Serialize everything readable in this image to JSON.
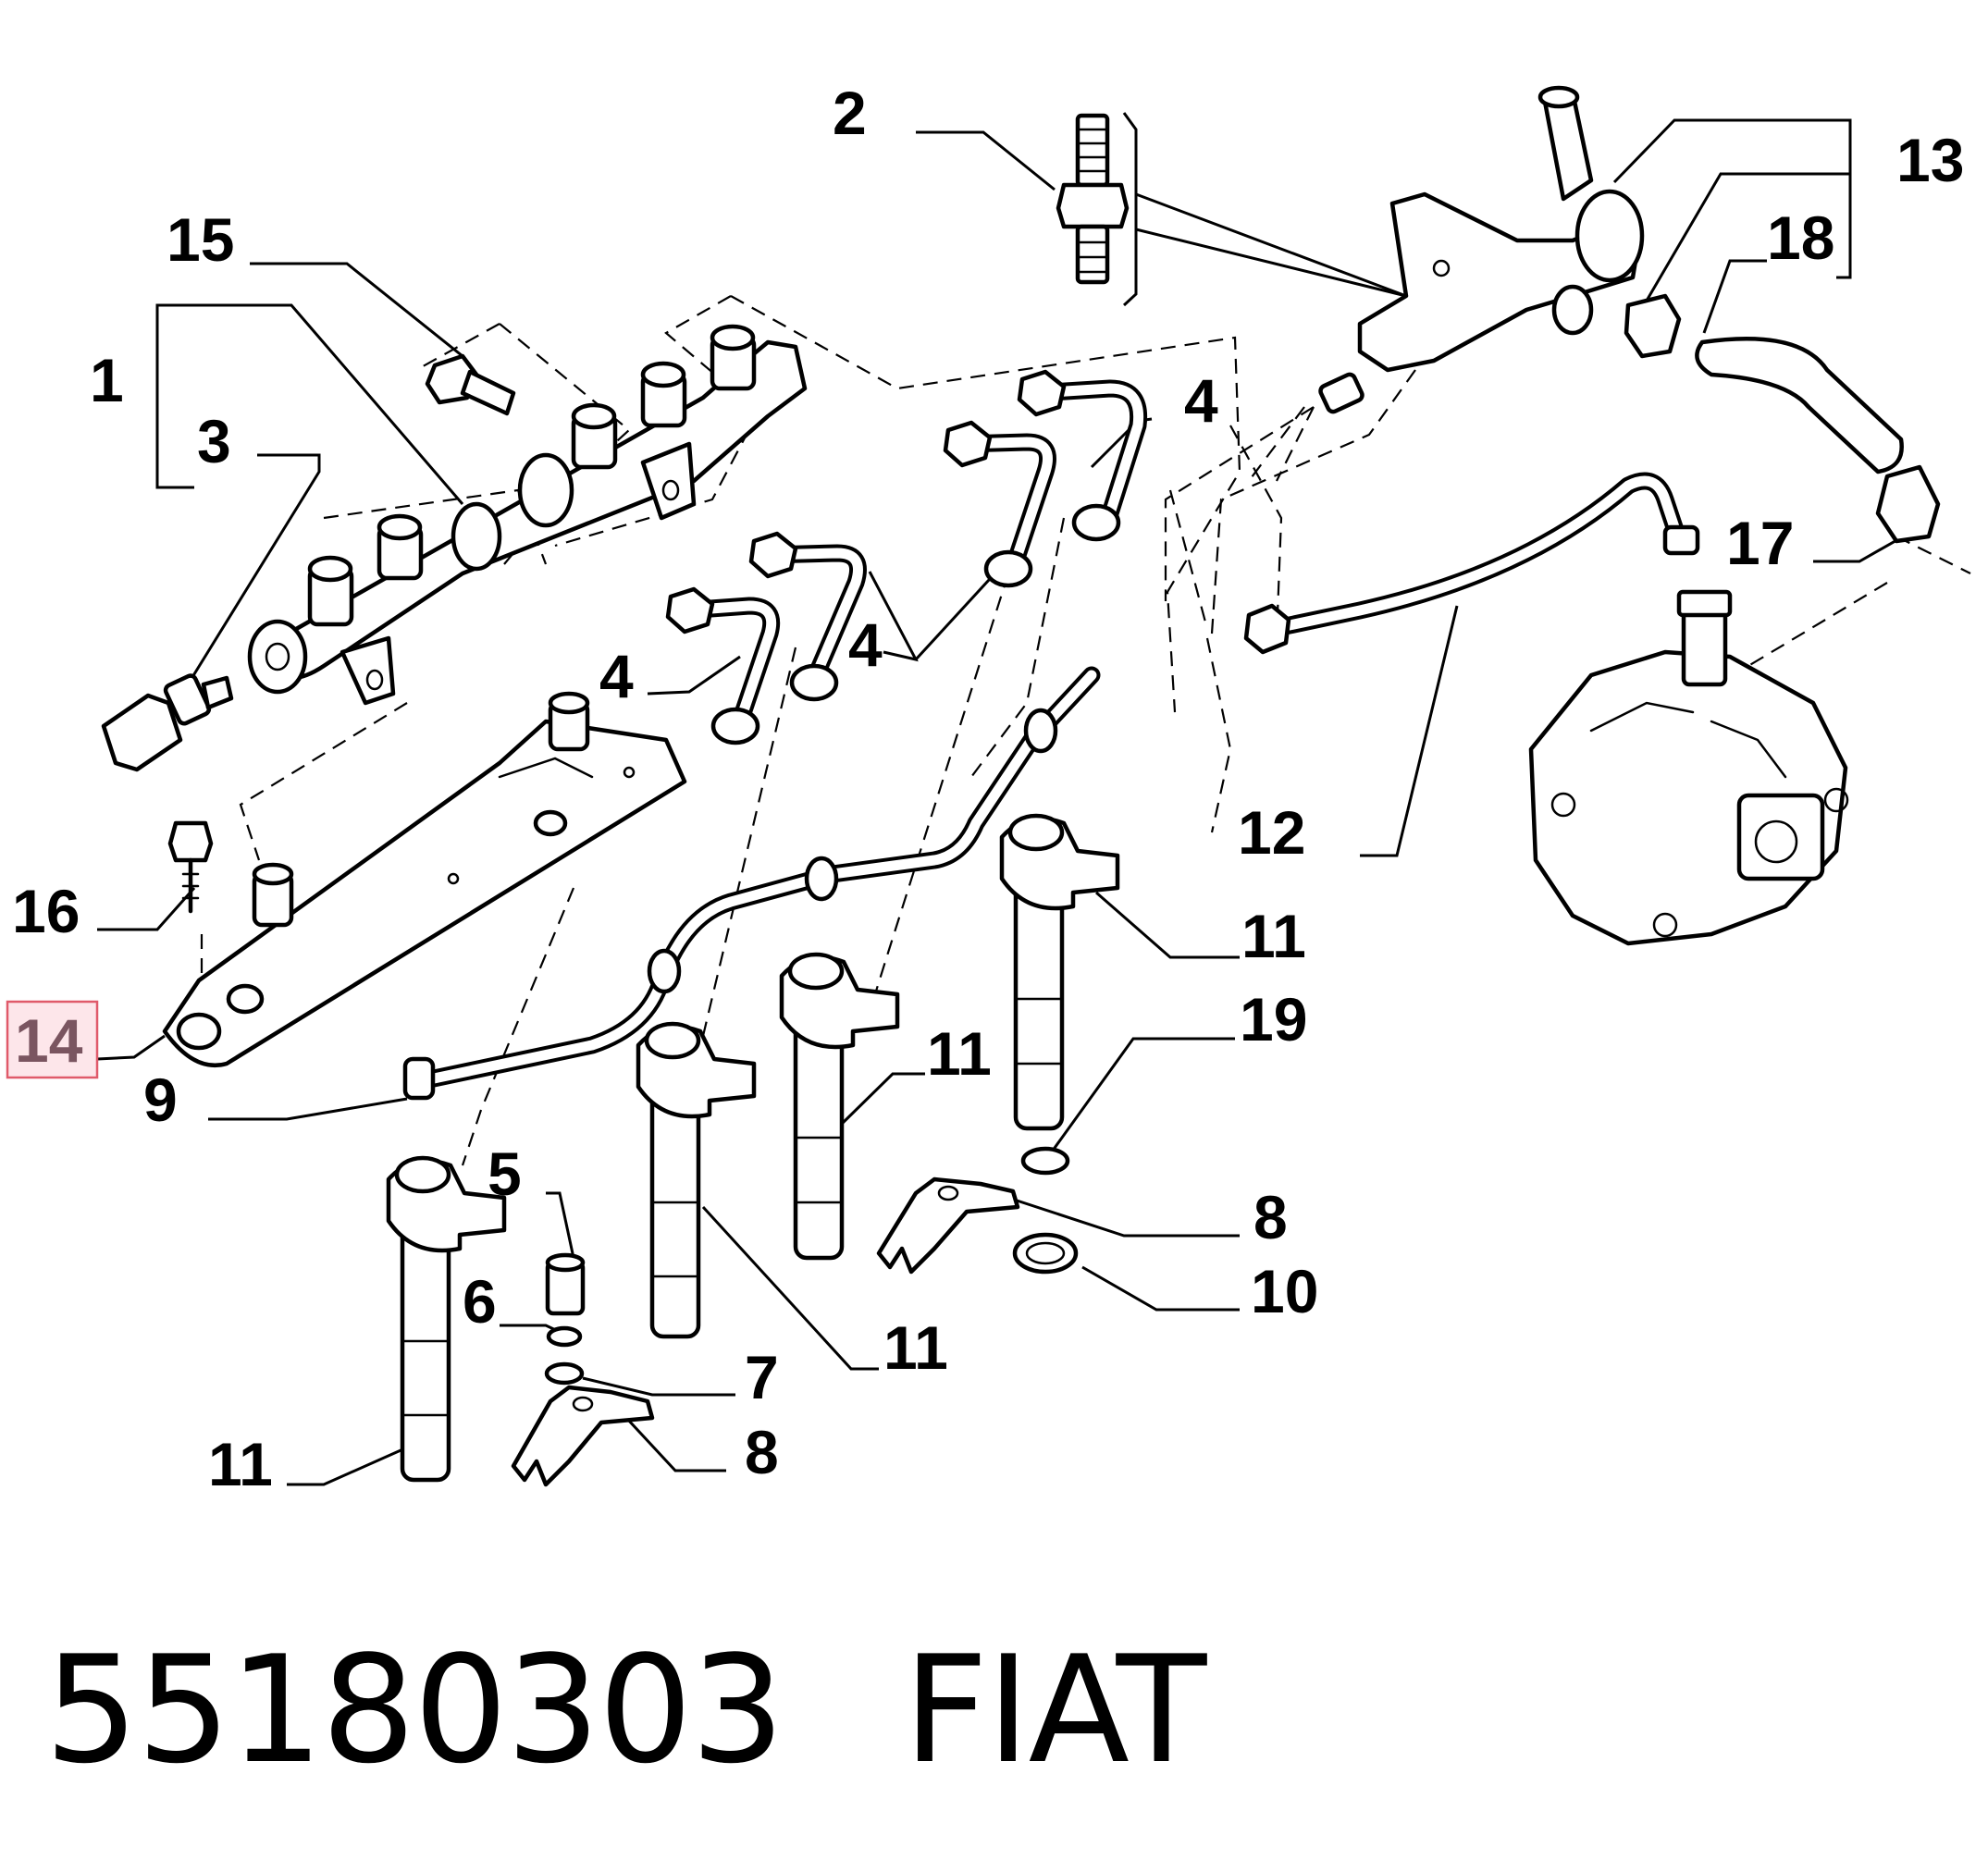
{
  "callouts": [
    {
      "id": "label-1",
      "text": "1"
    },
    {
      "id": "label-2",
      "text": "2"
    },
    {
      "id": "label-3",
      "text": "3"
    },
    {
      "id": "label-4a",
      "text": "4"
    },
    {
      "id": "label-4b",
      "text": "4"
    },
    {
      "id": "label-4c",
      "text": "4"
    },
    {
      "id": "label-5",
      "text": "5"
    },
    {
      "id": "label-6",
      "text": "6"
    },
    {
      "id": "label-7",
      "text": "7"
    },
    {
      "id": "label-8a",
      "text": "8"
    },
    {
      "id": "label-8b",
      "text": "8"
    },
    {
      "id": "label-9",
      "text": "9"
    },
    {
      "id": "label-10",
      "text": "10"
    },
    {
      "id": "label-11a",
      "text": "11"
    },
    {
      "id": "label-11b",
      "text": "11"
    },
    {
      "id": "label-11c",
      "text": "11"
    },
    {
      "id": "label-11d",
      "text": "11"
    },
    {
      "id": "label-12",
      "text": "12"
    },
    {
      "id": "label-13",
      "text": "13"
    },
    {
      "id": "label-14",
      "text": "14"
    },
    {
      "id": "label-15",
      "text": "15"
    },
    {
      "id": "label-16",
      "text": "16"
    },
    {
      "id": "label-17",
      "text": "17"
    },
    {
      "id": "label-18",
      "text": "18"
    },
    {
      "id": "label-19",
      "text": "19"
    }
  ],
  "highlighted_callout": "14",
  "highlight_color": "#e05a6a",
  "highlight_fill": "#fde6ea",
  "footer": {
    "part_number": "55180303",
    "brand": "FIAT"
  }
}
